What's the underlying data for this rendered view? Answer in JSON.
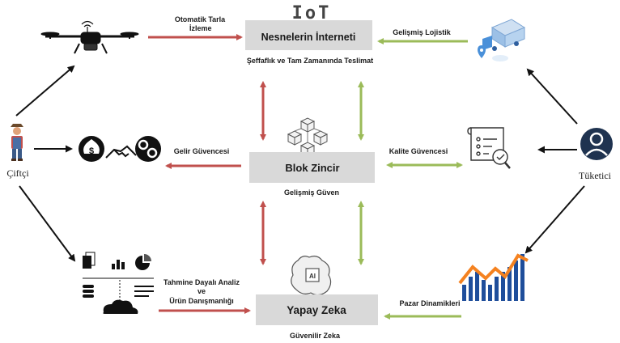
{
  "nodes": {
    "iot": {
      "title": "Nesnelerin İnterneti",
      "caption": "Şeffaflık ve Tam Zamanında Teslimat",
      "logo": "IoT"
    },
    "blockchain": {
      "title": "Blok Zincir",
      "caption": "Gelişmiş Güven"
    },
    "ai": {
      "title": "Yapay Zeka",
      "caption": "Güvenilir Zeka"
    }
  },
  "actors": {
    "farmer": "Çiftçi",
    "consumer": "Tüketici"
  },
  "edges": {
    "drone": [
      "Otomatik Tarla",
      "İzleme"
    ],
    "income": "Gelir Güvencesi",
    "analytics": [
      "Tahmine Dayalı Analiz",
      "ve",
      "Ürün Danışmanlığı"
    ],
    "logistics": "Gelişmiş Lojistik",
    "quality": "Kalite Güvencesi",
    "market": "Pazar Dinamikleri"
  },
  "icons": {
    "drone": "drone-icon",
    "money": "money-bag-icon",
    "handshake": "handshake-icon",
    "gears": "gears-icon",
    "analytics": "analytics-dashboard-icon",
    "truck": "delivery-truck-icon",
    "checklist": "quality-checklist-icon",
    "chart": "trend-chart-icon",
    "chip": "ai-chip-icon",
    "blocks": "blockchain-cubes-icon",
    "farmer": "farmer-icon",
    "user": "user-avatar-icon"
  },
  "colors": {
    "red_arrow": "#c0504d",
    "green_arrow": "#9bbb59",
    "black_arrow": "#111111",
    "box_fill": "#d9d9d9",
    "chart_blue": "#1f4e9b",
    "chart_orange": "#f58220"
  }
}
